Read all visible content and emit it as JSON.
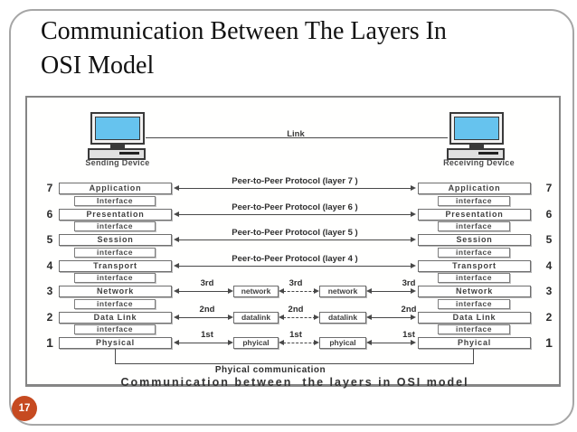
{
  "page": {
    "number": "17"
  },
  "title": {
    "line1": "Communication Between The Layers In",
    "line2": "OSI Model"
  },
  "diagram": {
    "sending_device": "Sending Device",
    "receiving_device": "Receiving Device",
    "link_label": "Link",
    "rows": [
      {
        "num": "7",
        "left": "Application",
        "right": "Application",
        "protocol": "Peer-to-Peer Protocol (layer 7 )",
        "iface_left": "Interface",
        "iface_right": "interface"
      },
      {
        "num": "6",
        "left": "Presentation",
        "right": "Presentation",
        "protocol": "Peer-to-Peer Protocol (layer 6 )",
        "iface_left": "interface",
        "iface_right": "interface"
      },
      {
        "num": "5",
        "left": "Session",
        "right": "Session",
        "protocol": "Peer-to-Peer Protocol (layer 5 )",
        "iface_left": "interface",
        "iface_right": "interface"
      },
      {
        "num": "4",
        "left": "Transport",
        "right": "Transport",
        "protocol": "Peer-to-Peer Protocol (layer 4 )",
        "iface_left": "interface",
        "iface_right": "interface"
      },
      {
        "num": "3",
        "left": "Network",
        "right": "Network",
        "hop": "3rd",
        "middle": "network",
        "iface_left": "interface",
        "iface_right": "interface"
      },
      {
        "num": "2",
        "left": "Data Link",
        "right": "Data Link",
        "hop": "2nd",
        "middle": "datalink",
        "iface_left": "interface",
        "iface_right": "interface"
      },
      {
        "num": "1",
        "left": "Physical",
        "right": "Phyical",
        "hop": "1st",
        "middle": "phyical"
      }
    ],
    "physical_label": "Phyical communication",
    "caption": "Communication between  the layers in OSI model"
  },
  "colors": {
    "accent": "#c64a21",
    "screen_blue": "#66c3ee",
    "panel_border": "#858585"
  }
}
